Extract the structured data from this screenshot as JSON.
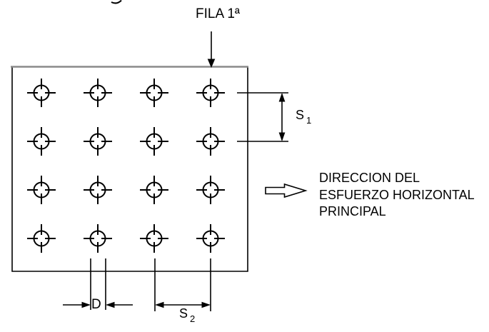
{
  "labels": {
    "fila": "FILA 1ª",
    "s1": {
      "base": "S",
      "sub": "1"
    },
    "s2": {
      "base": "S",
      "sub": "2"
    },
    "d": "D",
    "direction": {
      "line1": "DIRECCION DEL",
      "line2": "ESFUERZO HORIZONTAL",
      "line3": "PRINCIPAL"
    }
  },
  "icons": {
    "row_pointer": "down-arrow-icon",
    "direction_arrow": "hollow-right-arrow-icon",
    "pile_symbol": "center-mark-circle-icon"
  },
  "colors": {
    "line": "#000000",
    "background": "#ffffff",
    "rect_top_edge": "#8a8a8a"
  },
  "grid": {
    "rows": 4,
    "cols": 4,
    "col_x": [
      58,
      137,
      216,
      295
    ],
    "row_y": [
      130,
      198,
      266,
      334
    ],
    "circle_radius": 10.5,
    "tick_inner": 5,
    "tick_outer": 20
  }
}
